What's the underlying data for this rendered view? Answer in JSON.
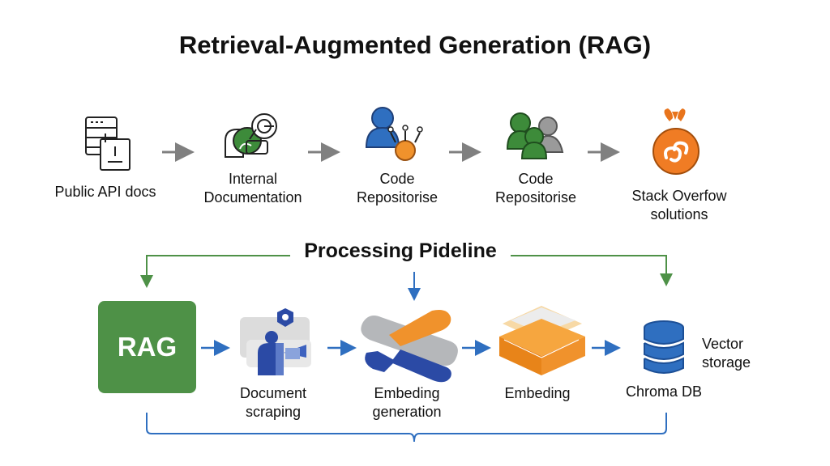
{
  "title": "Retrieval-Augmented Generation (RAG)",
  "sources": [
    {
      "label": "Public API docs",
      "icon": "server-document-icon"
    },
    {
      "label": "Internal\nDocumentation",
      "icon": "internal-docs-icon"
    },
    {
      "label": "Code\nRepositorise",
      "icon": "user-repository-icon"
    },
    {
      "label": "Code\nRepositorise",
      "icon": "users-repository-icon"
    },
    {
      "label": "Stack Overfow\nsolutions",
      "icon": "stack-overflow-icon"
    }
  ],
  "pipeline": {
    "title": "Processing Pideline",
    "rag_label": "RAG",
    "stages": [
      {
        "label": "Document\nscraping",
        "icon": "document-scraping-icon"
      },
      {
        "label": "Embeding\ngeneration",
        "icon": "embedding-generation-icon"
      },
      {
        "label": "Embeding",
        "icon": "embedding-layers-icon"
      },
      {
        "label": "Chroma DB",
        "icon": "database-icon"
      }
    ],
    "vector_label": "Vector\nstorage"
  },
  "colors": {
    "green": "#4e9147",
    "blue": "#2f6fc0",
    "orange": "#f0922c",
    "gray_arrow": "#808080"
  }
}
